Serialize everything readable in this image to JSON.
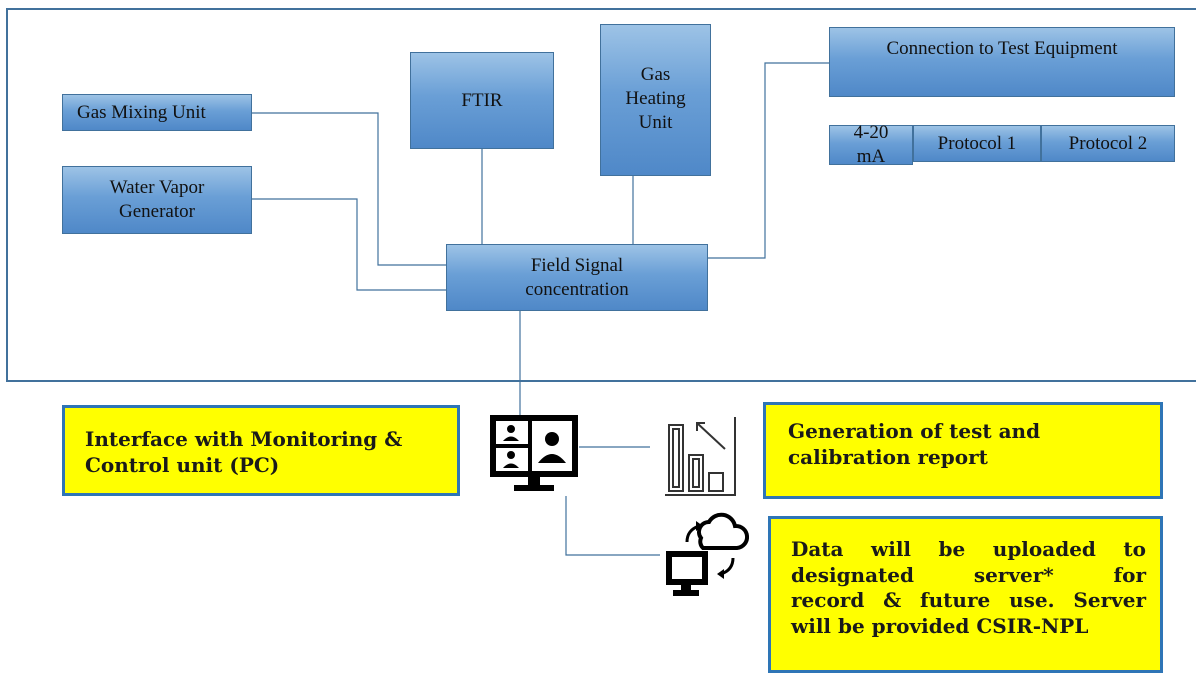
{
  "boxes": {
    "gas_mixing": "Gas Mixing Unit",
    "water_vapor_line1": "Water Vapor",
    "water_vapor_line2": "Generator",
    "ftir": "FTIR",
    "gas_heating_line1": "Gas",
    "gas_heating_line2": "Heating",
    "gas_heating_line3": "Unit",
    "field_signal_line1": "Field Signal",
    "field_signal_line2": "concentration",
    "connection": "Connection to Test Equipment",
    "ma_line1": "4-20",
    "ma_line2": "mA",
    "protocol1": "Protocol 1",
    "protocol2": "Protocol 2"
  },
  "callouts": {
    "interface_line1": "Interface with Monitoring &",
    "interface_line2": "Control unit (PC)",
    "report_line1": "Generation of test and",
    "report_line2": "calibration report",
    "upload_line1": "Data will be uploaded to",
    "upload_line2": "designated server* for",
    "upload_line3": "record & future use. Server",
    "upload_line4": "will be provided CSIR-NPL"
  },
  "icons": {
    "monitor": "video-conference-monitor-icon",
    "report": "bar-chart-report-icon",
    "cloud": "cloud-sync-computer-icon"
  },
  "colors": {
    "box_fill": "#5b9bd5",
    "box_border": "#41719c",
    "callout_fill": "#ffff00",
    "callout_border": "#2e75b6",
    "connector": "#41719c"
  }
}
